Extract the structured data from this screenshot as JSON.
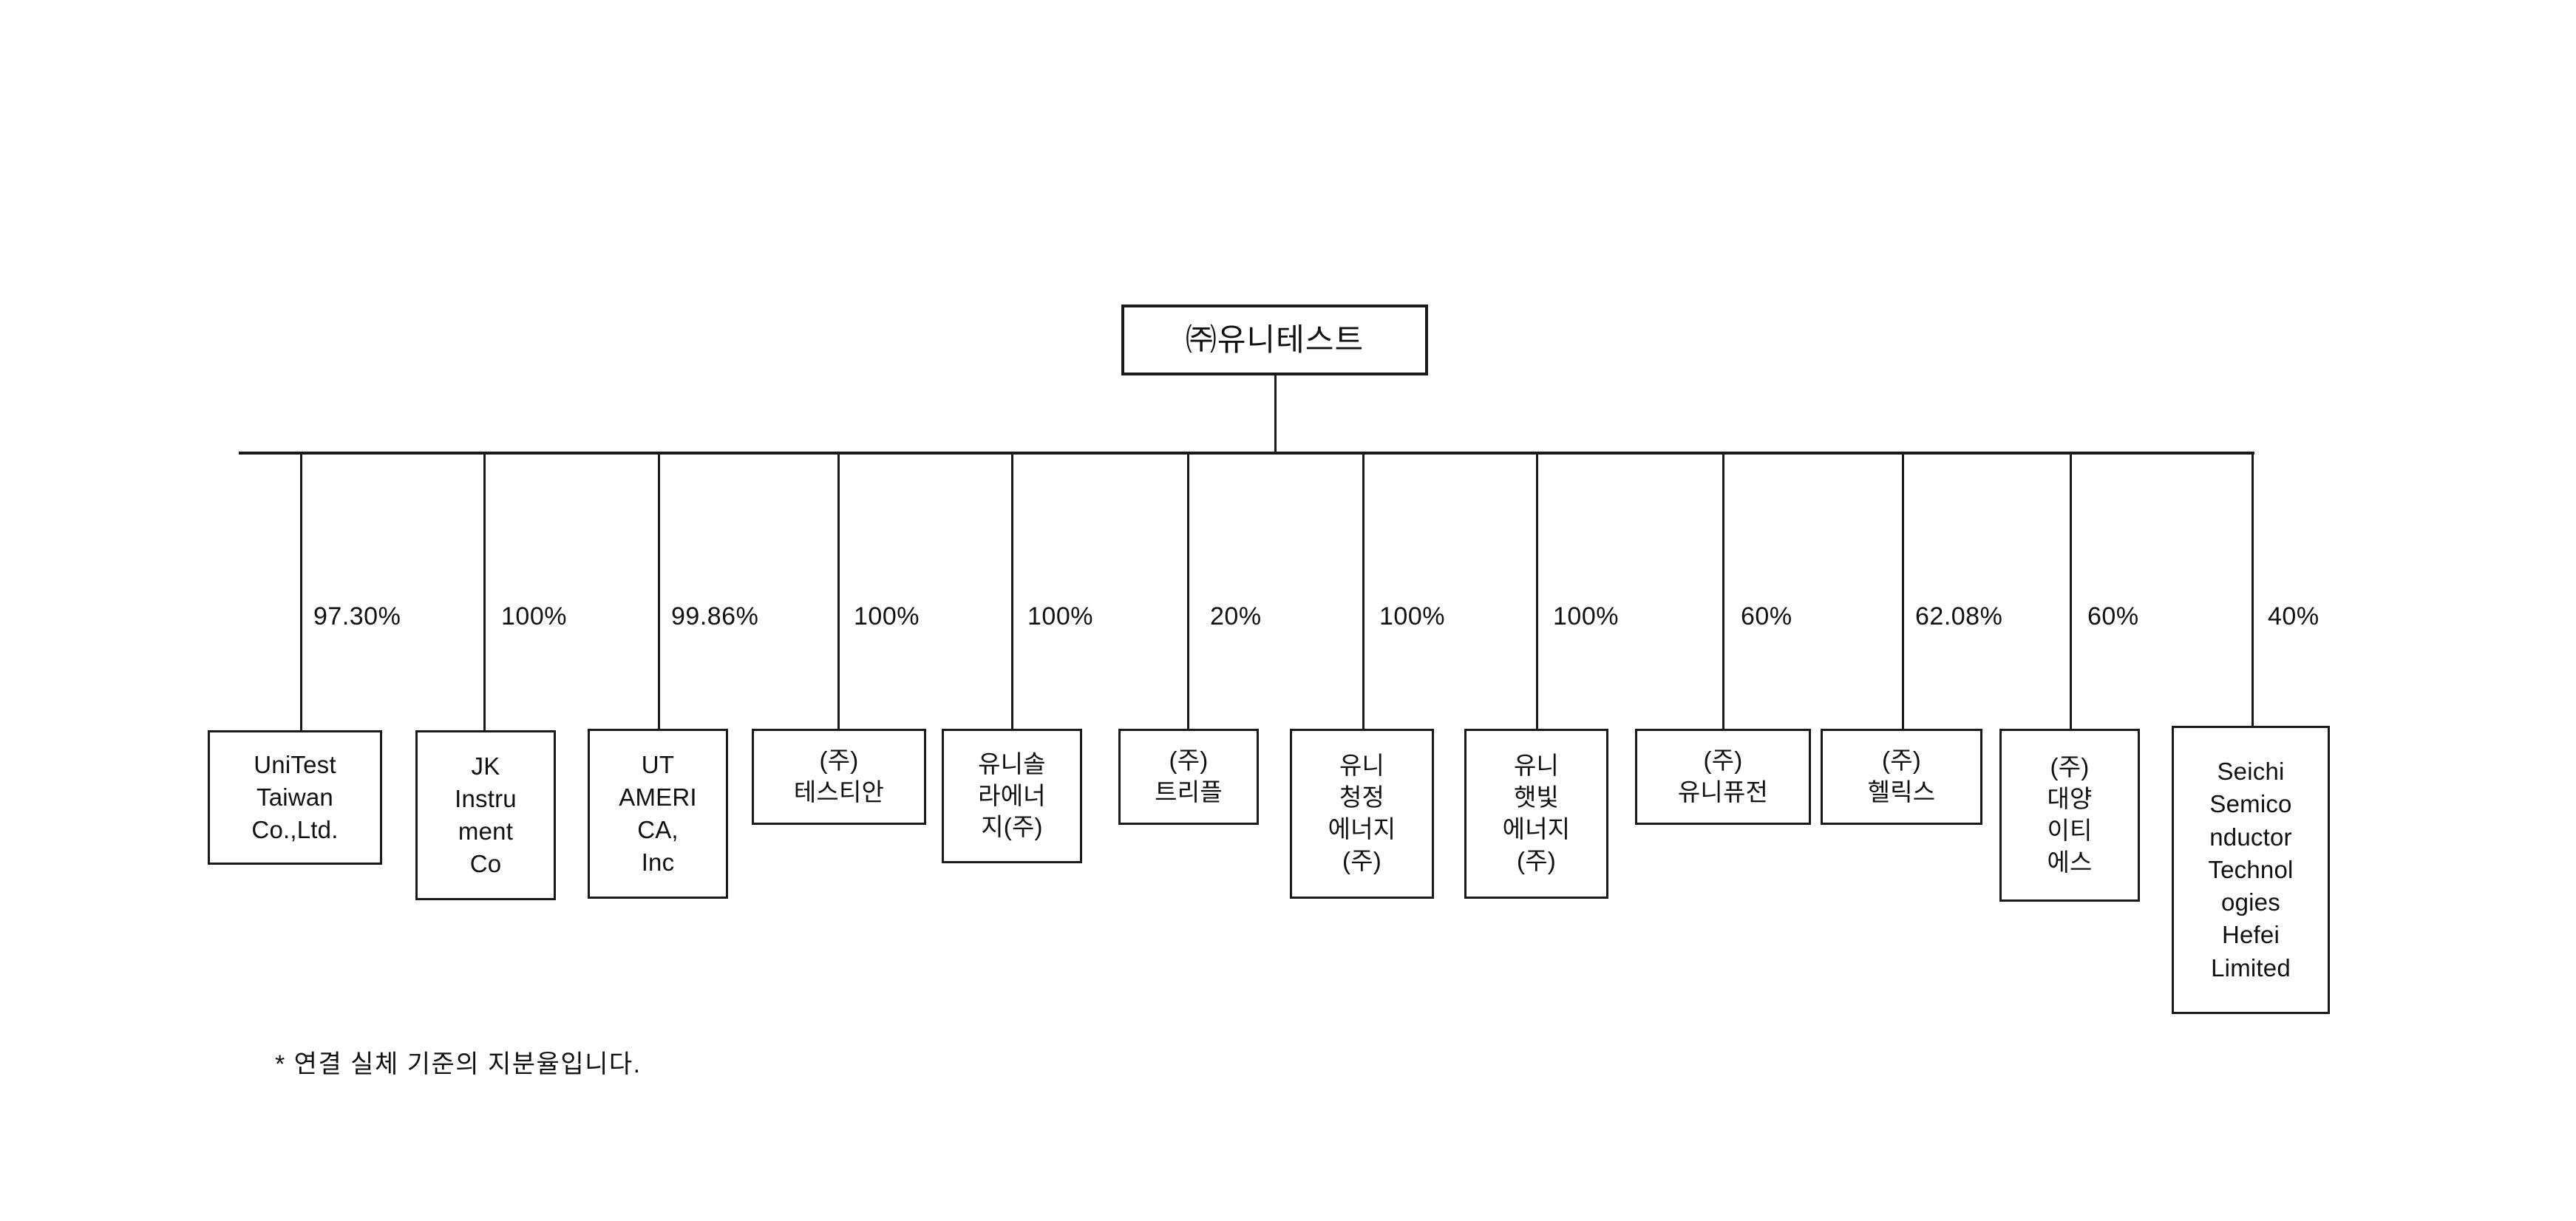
{
  "diagram": {
    "type": "organization-ownership-chart",
    "root": {
      "name": "㈜유니테스트"
    },
    "footnote": "* 연결 실체 기준의 지분율입니다.",
    "subsidiaries": [
      {
        "name": "UniTest\nTaiwan\nCo.,Ltd.",
        "ownership": "97.30%",
        "script": "latin"
      },
      {
        "name": "JK\nInstru\nment\nCo",
        "ownership": "100%",
        "script": "latin"
      },
      {
        "name": "UT\nAMERI\nCA,\nInc",
        "ownership": "99.86%",
        "script": "latin"
      },
      {
        "name": "(주)\n테스티안",
        "ownership": "100%",
        "script": "hangul"
      },
      {
        "name": "유니솔\n라에너\n지(주)",
        "ownership": "100%",
        "script": "hangul"
      },
      {
        "name": "(주)\n트리플",
        "ownership": "20%",
        "script": "hangul"
      },
      {
        "name": "유니\n청정\n에너지\n(주)",
        "ownership": "100%",
        "script": "hangul"
      },
      {
        "name": "유니\n햇빛\n에너지\n(주)",
        "ownership": "100%",
        "script": "hangul"
      },
      {
        "name": "(주)\n유니퓨전",
        "ownership": "60%",
        "script": "hangul"
      },
      {
        "name": "(주)\n헬릭스",
        "ownership": "62.08%",
        "script": "hangul"
      },
      {
        "name": "(주)\n대양\n이티\n에스",
        "ownership": "60%",
        "script": "hangul"
      },
      {
        "name": "Seichi\nSemico\nnductor\nTechnol\nogies\nHefei\nLimited",
        "ownership": "40%",
        "script": "latin"
      }
    ]
  },
  "style": {
    "line_color": "#1a1a1a",
    "text_color": "#111111",
    "background": "#ffffff"
  }
}
